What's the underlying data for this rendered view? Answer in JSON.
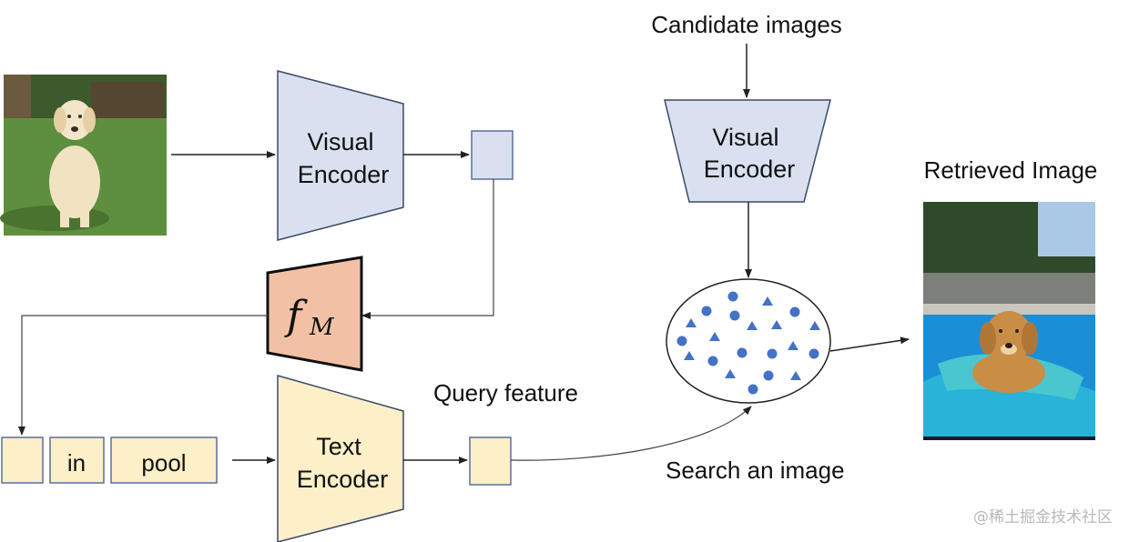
{
  "labels": {
    "candidate_images": "Candidate images",
    "retrieved_image": "Retrieved Image",
    "query_feature": "Query feature",
    "search_an_image": "Search an image"
  },
  "encoders": {
    "visual_left": [
      "Visual",
      "Encoder"
    ],
    "visual_right": [
      "Visual",
      "Encoder"
    ],
    "text": [
      "Text",
      "Encoder"
    ]
  },
  "modifier": {
    "symbol": "f",
    "subscript": "M"
  },
  "tokens": [
    "",
    "in",
    "pool"
  ],
  "watermark": "@稀土掘金技术社区",
  "colors": {
    "visual_encoder_fill": "#d9e1f0",
    "text_encoder_fill": "#fdefc8",
    "modifier_fill": "#f2c1a5",
    "point_color": "#4472c4",
    "box_border": "#3a4a6a",
    "token_border": "#5b6f9a"
  },
  "icons": [
    "dog-photo",
    "dog-in-pool-photo"
  ]
}
